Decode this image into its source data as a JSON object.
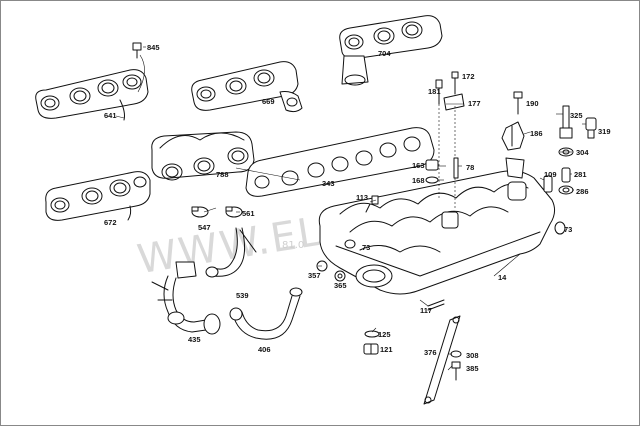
{
  "diagram": {
    "labels": {
      "p845": "845",
      "p641": "641",
      "p669": "669",
      "p704": "704",
      "p788": "788",
      "p672": "672",
      "p547": "547",
      "p561": "561",
      "p343": "343",
      "p113": "113",
      "p73a": "73",
      "p73b": "73",
      "p357": "357",
      "p365": "365",
      "p539": "539",
      "p435": "435",
      "p406": "406",
      "p125": "125",
      "p121": "121",
      "p117": "117",
      "p376": "376",
      "p308": "308",
      "p385": "385",
      "p14": "14",
      "p172": "172",
      "p181": "181",
      "p177": "177",
      "p190": "190",
      "p325": "325",
      "p319": "319",
      "p186": "186",
      "p304": "304",
      "p163": "163",
      "p78": "78",
      "p168": "168",
      "p109": "109",
      "p281": "281",
      "p286": "286"
    },
    "watermark": "WWW.ELCATS.RU",
    "watermark_small": "81.0"
  }
}
